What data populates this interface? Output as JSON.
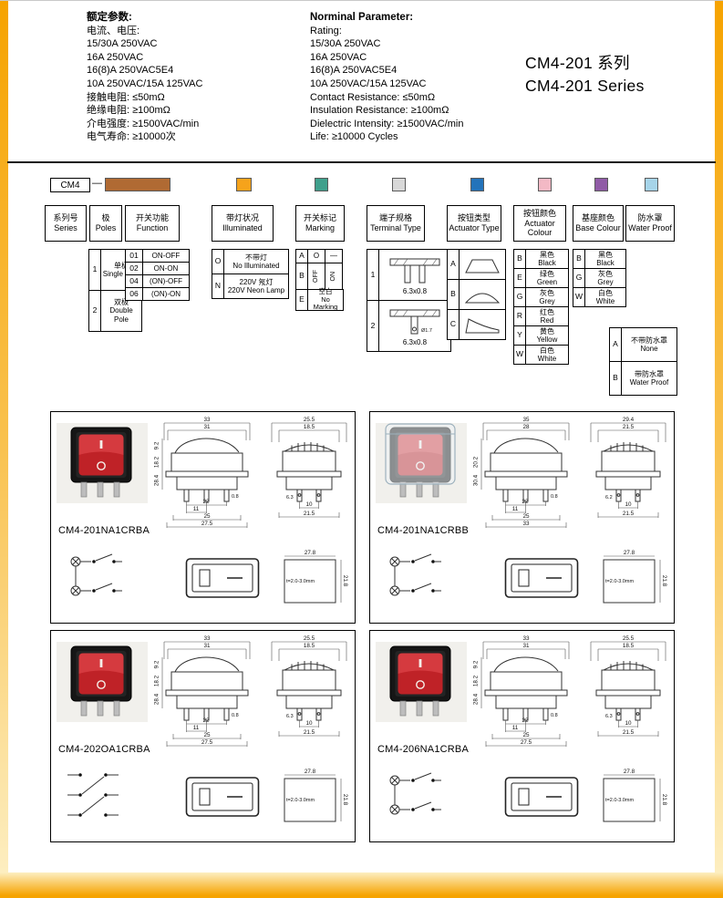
{
  "header": {
    "param_cn": {
      "title": "额定参数:",
      "lines": [
        "电流、电压:",
        "15/30A 250VAC",
        "16A 250VAC",
        "16(8)A 250VAC5E4",
        "10A 250VAC/15A 125VAC",
        "接触电阻: ≤50mΩ",
        "绝缘电阻: ≥100mΩ",
        "介电强度: ≥1500VAC/min",
        "电气寿命: ≥10000次"
      ]
    },
    "param_en": {
      "title": "Norminal Parameter:",
      "lines": [
        "Rating:",
        "15/30A 250VAC",
        "16A 250VAC",
        "16(8)A 250VAC5E4",
        "10A 250VAC/15A 125VAC",
        "Contact Resistance: ≤50mΩ",
        "Insulation Resistance: ≥100mΩ",
        "Dielectric Intensity: ≥1500VAC/min",
        "Life: ≥10000 Cycles"
      ]
    },
    "series_cn": "CM4-201 系列",
    "series_en": "CM4-201 Series"
  },
  "ordering": {
    "prefix": "CM4",
    "dash": "—",
    "colors": {
      "poles_function": "#b06a33",
      "illuminated": "#f6a31b",
      "marking": "#3fa08c",
      "terminal": "#d8d8d8",
      "actuator_type": "#2373ba",
      "actuator_colour": "#f3b9c5",
      "base_colour": "#905ba6",
      "water_proof": "#a6d4e9"
    },
    "series_label": {
      "cn": "系列号",
      "en": "Series"
    },
    "poles": {
      "label": {
        "cn": "极",
        "en": "Poles"
      },
      "rows": [
        {
          "code": "1",
          "cn": "单极",
          "en": "Single Pole"
        },
        {
          "code": "2",
          "cn": "双极",
          "en": "Double Pole"
        }
      ]
    },
    "function": {
      "label": {
        "cn": "开关功能",
        "en": "Function"
      },
      "rows": [
        {
          "code": "01",
          "text": "ON-OFF"
        },
        {
          "code": "02",
          "text": "ON-ON"
        },
        {
          "code": "04",
          "text": "(ON)-OFF"
        },
        {
          "code": "06",
          "text": "(ON)-ON"
        }
      ]
    },
    "illuminated": {
      "label": {
        "cn": "带灯状况",
        "en": "Illuminated"
      },
      "rows": [
        {
          "code": "O",
          "cn": "不带灯",
          "en": "No Illuminated"
        },
        {
          "code": "N",
          "cn": "220V 氖灯",
          "en": "220V Neon Lamp"
        }
      ]
    },
    "marking": {
      "label": {
        "cn": "开关标记",
        "en": "Marking"
      },
      "rows": [
        {
          "code": "A",
          "sym1": "O",
          "sym2": "—"
        },
        {
          "code": "B",
          "sym1": "OFF",
          "sym2": "ON"
        },
        {
          "code": "E",
          "cn": "空白",
          "en": "No Marking"
        }
      ]
    },
    "terminal": {
      "label": {
        "cn": "端子规格",
        "en": "Terminal Type"
      },
      "rows": [
        {
          "code": "1",
          "text": "6.3x0.8",
          "note": ""
        },
        {
          "code": "2",
          "text": "6.3x0.8",
          "note": "Ø1.7"
        }
      ]
    },
    "actuator_type": {
      "label": {
        "cn": "按钮类型",
        "en": "Actuator Type"
      },
      "rows": [
        {
          "code": "A"
        },
        {
          "code": "B"
        },
        {
          "code": "C"
        }
      ]
    },
    "actuator_colour": {
      "label": {
        "cn": "按钮颜色",
        "en": "Actuator Colour"
      },
      "rows": [
        {
          "code": "B",
          "cn": "黑色",
          "en": "Black"
        },
        {
          "code": "E",
          "cn": "绿色",
          "en": "Green"
        },
        {
          "code": "G",
          "cn": "灰色",
          "en": "Grey"
        },
        {
          "code": "R",
          "cn": "红色",
          "en": "Red"
        },
        {
          "code": "Y",
          "cn": "黄色",
          "en": "Yellow"
        },
        {
          "code": "W",
          "cn": "白色",
          "en": "White"
        }
      ]
    },
    "base_colour": {
      "label": {
        "cn": "基座颜色",
        "en": "Base Colour"
      },
      "rows": [
        {
          "code": "B",
          "cn": "黑色",
          "en": "Black"
        },
        {
          "code": "G",
          "cn": "灰色",
          "en": "Grey"
        },
        {
          "code": "W",
          "cn": "白色",
          "en": "White"
        }
      ]
    },
    "water_proof": {
      "label": {
        "cn": "防水罩",
        "en": "Water Proof"
      },
      "rows": [
        {
          "code": "A",
          "cn": "不带防水罩",
          "en": "None"
        },
        {
          "code": "B",
          "cn": "带防水罩",
          "en": "Water Proof"
        }
      ]
    }
  },
  "panels": [
    {
      "model": "CM4-201NA1CRBA",
      "photo_variant": "standard",
      "schematic": "lamp",
      "front_dims": {
        "top1": "33",
        "top2": "31",
        "left1": "9.2",
        "left2": "18.2",
        "left3": "28.4",
        "b1": "0.8",
        "b2": "22",
        "b3": "11",
        "b4": "25",
        "b5": "27.5"
      },
      "side_dims": {
        "top1": "25.5",
        "top2": "18.5",
        "b1": "6.3",
        "b2": "10",
        "b3": "21.5"
      },
      "cutout": {
        "w": "27.8",
        "h": "21.8",
        "note": "t=2.0-3.0mm"
      }
    },
    {
      "model": "CM4-201NA1CRBB",
      "photo_variant": "cover",
      "schematic": "lamp",
      "front_dims": {
        "top1": "35",
        "top2": "28",
        "left1": "",
        "left2": "20.2",
        "left3": "30.4",
        "b1": "0.8",
        "b2": "22",
        "b3": "11",
        "b4": "25",
        "b5": "33"
      },
      "side_dims": {
        "top1": "29.4",
        "top2": "21.5",
        "b1": "6.2",
        "b2": "10",
        "b3": "21.5"
      },
      "cutout": {
        "w": "27.8",
        "h": "21.8",
        "note": "t=2.0-3.0mm"
      }
    },
    {
      "model": "CM4-202OA1CRBA",
      "photo_variant": "standard",
      "schematic": "plain6",
      "front_dims": {
        "top1": "33",
        "top2": "31",
        "left1": "9.2",
        "left2": "18.2",
        "left3": "28.4",
        "b1": "0.8",
        "b2": "22",
        "b3": "11",
        "b4": "25",
        "b5": "27.5"
      },
      "side_dims": {
        "top1": "25.5",
        "top2": "18.5",
        "b1": "6.3",
        "b2": "10",
        "b3": "21.5"
      },
      "cutout": {
        "w": "27.8",
        "h": "21.8",
        "note": "t=2.0-3.0mm"
      }
    },
    {
      "model": "CM4-206NA1CRBA",
      "photo_variant": "standard",
      "schematic": "lamp",
      "front_dims": {
        "top1": "33",
        "top2": "31",
        "left1": "9.2",
        "left2": "18.2",
        "left3": "28.4",
        "b1": "0.8",
        "b2": "22",
        "b3": "11",
        "b4": "25",
        "b5": "27.5"
      },
      "side_dims": {
        "top1": "25.5",
        "top2": "18.5",
        "b1": "6.3",
        "b2": "10",
        "b3": "21.5"
      },
      "cutout": {
        "w": "27.8",
        "h": "21.8",
        "note": "t=2.0-3.0mm"
      }
    }
  ]
}
